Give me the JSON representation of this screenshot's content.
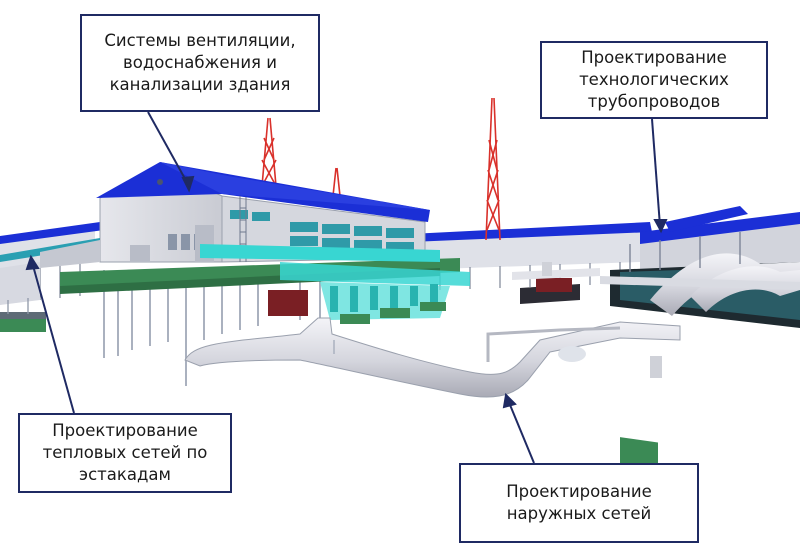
{
  "callouts": {
    "ventilation": "Системы вентиляции,\nводоснабжения и\nканализации здания",
    "tech_pipelines": "Проектирование\nтехнологических\nтрубопроводов",
    "heat_networks": "Проектирование\nтепловых сетей по\nэстакадам",
    "external_networks": "Проектирование\nнаружных сетей"
  },
  "colors": {
    "frame": "#1f2a63",
    "roof": "#1b2fd6",
    "wall": "#d9dbe0",
    "window": "#2f9aa8",
    "cyan_equipment": "#38d6d2",
    "pipe": "#dcdde4",
    "foundation_green": "#3b8a55",
    "tower": "#d9312b"
  }
}
